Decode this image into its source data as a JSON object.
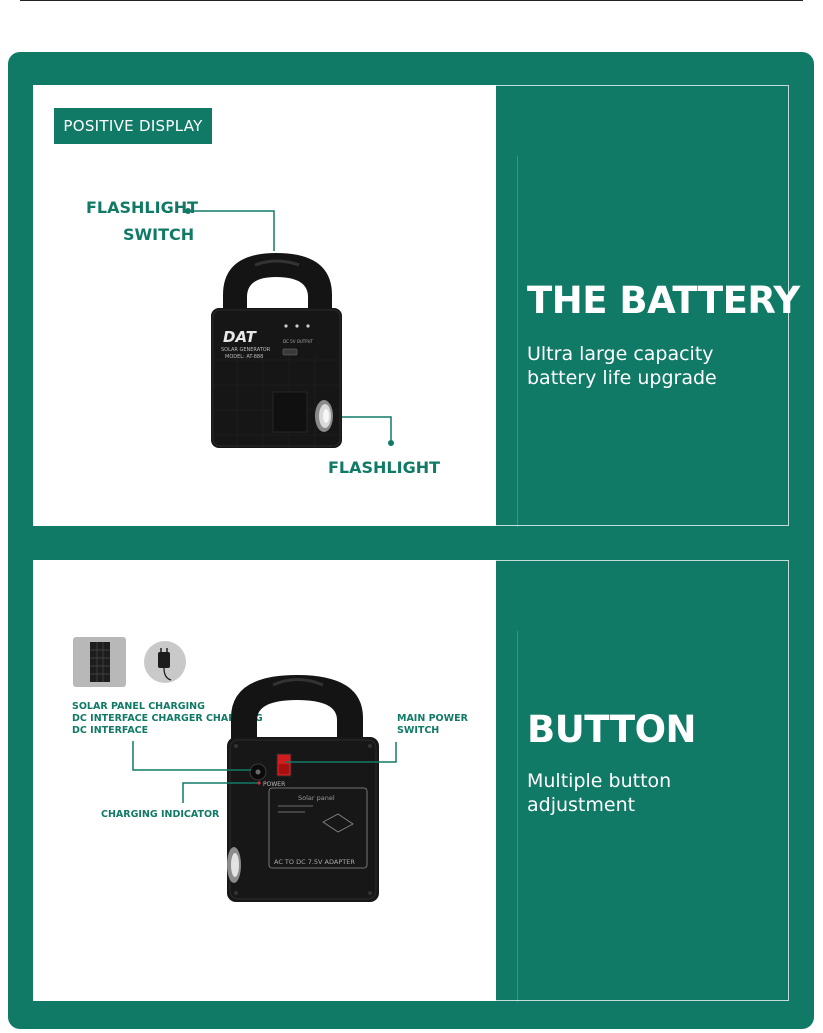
{
  "section_battery": {
    "tag": "POSITIVE DISPLAY",
    "title": "THE BATTERY",
    "subtitle_line1": "Ultra large capacity",
    "subtitle_line2": "battery life upgrade",
    "callout_flashlight_switch_line1": "FLASHLIGHT",
    "callout_flashlight_switch_line2": "SWITCH",
    "callout_flashlight": "FLASHLIGHT",
    "device_brand": "DAT",
    "device_model_line1": "SOLAR GENERATOR",
    "device_model_line2": "MODEL: AT-888",
    "device_panel_text": "DC 5V OUTPUT"
  },
  "section_button": {
    "title": "BUTTON",
    "subtitle_line1": "Multiple button",
    "subtitle_line2": "adjustment",
    "callout_charging_line1": "SOLAR PANEL CHARGING",
    "callout_charging_line2": "DC INTERFACE CHARGER CHARGING",
    "callout_charging_line3": "DC INTERFACE",
    "callout_main_power_line1": "MAIN POWER",
    "callout_main_power_line2": "SWITCH",
    "callout_charging_indicator": "CHARGING INDICATOR",
    "device_power_label": "POWER",
    "device_solar_label": "Solar panel",
    "device_adapter_label": "AC TO DC 7.5V ADAPTER"
  },
  "colors": {
    "brand_green": "#107a66",
    "device_black": "#141414"
  }
}
